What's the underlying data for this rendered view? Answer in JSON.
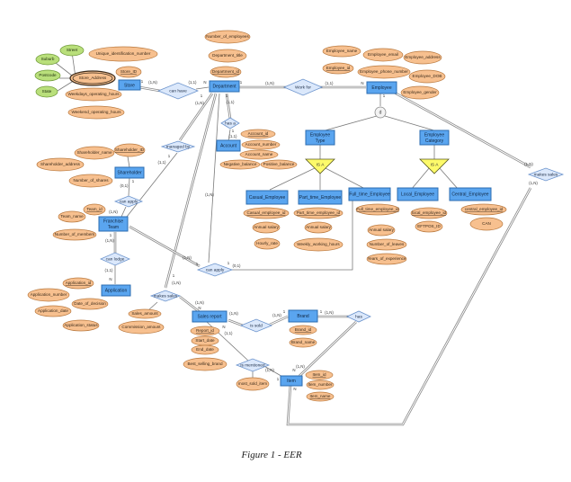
{
  "caption": "Figure 1 - EER",
  "entities": {
    "store": "Store",
    "department": "Department",
    "employee": "Employee",
    "account": "Account",
    "shareholder": "Shareholder",
    "franchise_team": [
      "Franchise",
      "Team"
    ],
    "application": "Application",
    "employee_type": [
      "Employee",
      "Type"
    ],
    "employee_category": [
      "Employee",
      "Category"
    ],
    "casual_employee": "Casual_Employee",
    "part_time_employee": "Part_time_Employee",
    "full_time_employee": "Full_time_Employee",
    "local_employee": "Local_Employee",
    "central_employee": "Central_Employee",
    "sales_report": "Sales report",
    "brand": "Brand",
    "item": "Item"
  },
  "relationships": {
    "can_have": "can have",
    "work_for": "Work for",
    "has_a": "has a",
    "managed_by": "managed by",
    "can_apply_shareholder": "can apply",
    "can_lodge": "can lodge",
    "can_apply_employee": "can apply",
    "makes_sales_team": "makes sales",
    "makes_sales_employee": "makes sales",
    "is_sold": "is sold",
    "has": "has",
    "is_mentioned": "is mentioned"
  },
  "isa_label": "IS A",
  "disjoint_label": "d",
  "attributes": {
    "store": {
      "composite": "Store_Address",
      "components": [
        "Street",
        "Suburb",
        "Postcode",
        "State"
      ],
      "items": [
        {
          "label": "Unique_identification_number",
          "key": false
        },
        {
          "label": "Store_ID",
          "key": true
        },
        {
          "label": "Weekdays_operating_hours",
          "key": false
        },
        {
          "label": "Weekend_operating_hours",
          "key": false
        }
      ]
    },
    "department": [
      {
        "label": "Number_of_employees",
        "key": false
      },
      {
        "label": "Department_title",
        "key": false
      },
      {
        "label": "Department_id",
        "key": true
      }
    ],
    "employee": [
      {
        "label": "Employee_name",
        "key": false
      },
      {
        "label": "Employee_email",
        "key": false
      },
      {
        "label": "Employee_address",
        "key": false
      },
      {
        "label": "Employee_id",
        "key": true
      },
      {
        "label": "Employee_phone_number",
        "key": false
      },
      {
        "label": "Employee_DOB",
        "key": false
      },
      {
        "label": "Employee_gender",
        "key": false
      }
    ],
    "account": [
      {
        "label": "Account_id",
        "key": true
      },
      {
        "label": "Account_number",
        "key": false
      },
      {
        "label": "Account_name",
        "key": false
      },
      {
        "label": "Negative_balance",
        "key": false
      },
      {
        "label": "Positive_balance",
        "key": false
      }
    ],
    "shareholder": [
      {
        "label": "Shareholder_name",
        "key": false
      },
      {
        "label": "Shareholder_ID",
        "key": true
      },
      {
        "label": "Shareholder_address",
        "key": false
      },
      {
        "label": "Number_of_shares",
        "key": false
      }
    ],
    "franchise_team": [
      {
        "label": "Team_id",
        "key": true
      },
      {
        "label": "Team_name",
        "key": false
      },
      {
        "label": "Number_of_members",
        "key": false
      }
    ],
    "application": [
      {
        "label": "Application_id",
        "key": true
      },
      {
        "label": "Application_number",
        "key": false
      },
      {
        "label": "Date_of_decision",
        "key": false
      },
      {
        "label": "Application_date",
        "key": false
      },
      {
        "label": "Application_status",
        "key": false
      }
    ],
    "casual_employee": [
      {
        "label": "Casual_employee_id",
        "key": true
      },
      {
        "label": "Annual salary",
        "key": false
      },
      {
        "label": "Hourly_rate",
        "key": false
      }
    ],
    "part_time_employee": [
      {
        "label": "Part_time_employee_id",
        "key": true
      },
      {
        "label": "Annual salary",
        "key": false
      },
      {
        "label": "Weekly_working_hours",
        "key": false
      }
    ],
    "full_time_employee": [
      {
        "label": "Full_time_employee_id",
        "key": true
      },
      {
        "label": "Annual salary",
        "key": false
      },
      {
        "label": "Number_of_leaves",
        "key": false
      },
      {
        "label": "Years_of_experience",
        "key": false
      }
    ],
    "local_employee": [
      {
        "label": "local_employee_id",
        "key": true
      },
      {
        "label": "EFTPOS_ID",
        "key": false
      }
    ],
    "central_employee": [
      {
        "label": "central_employee_id",
        "key": true
      },
      {
        "label": "CAN",
        "key": false
      }
    ],
    "makes_sales": [
      {
        "label": "Sales_amount",
        "key": false
      },
      {
        "label": "Commission_amount",
        "key": false
      }
    ],
    "sales_report": [
      {
        "label": "Report_id",
        "key": true
      },
      {
        "label": "Start_date",
        "key": false
      },
      {
        "label": "End_date",
        "key": false
      },
      {
        "label": "Best_selling_brand",
        "key": false
      }
    ],
    "is_mentioned": [
      {
        "label": "most_sold_item",
        "key": false
      }
    ],
    "brand": [
      {
        "label": "Brand_id",
        "key": true
      },
      {
        "label": "Brand_name",
        "key": false
      }
    ],
    "item": [
      {
        "label": "Item_id",
        "key": true
      },
      {
        "label": "Item_number",
        "key": false
      },
      {
        "label": "Item_name",
        "key": true
      }
    ]
  },
  "cardinalities": {
    "store_canhave": "1",
    "canhave_store": "(1,N)",
    "canhave_dept": "(1,1)",
    "dept_canhave": "N",
    "dept_workfor_1": "1",
    "dept_workfor": "(1,N)",
    "workfor_emp": "(1,1)",
    "emp_workfor": "N",
    "dept_hasa_1": "1",
    "dept_hasa": "(1,1)",
    "hasa_account_1": "1",
    "hasa_account": "(1,1)",
    "dept_managed": "(1,N)",
    "dept_managed_1": "1",
    "managed_team_1": "1",
    "managed_team": "(1,1)",
    "shareholder_apply_1": "1",
    "shareholder_apply": "(0,1)",
    "team_apply": "(1,N)",
    "team_lodge_1": "1",
    "team_lodge": "(1,N)",
    "lodge_app": "(1,1)",
    "app_lodge": "N",
    "dept_mid": "(1,N)",
    "team_canapply": "(1,N)",
    "canapply_team_1": "1",
    "canapply_emp_1": "1",
    "canapply_emp": "(0,1)",
    "makessales_team_1": "1",
    "makessales_team": "(1,N)",
    "makessales_report": "(1,N)",
    "makessales_report_n": "N",
    "emp_makessales": "(1,N)",
    "makessales_item": "(1,N)",
    "report_issold_n": "N",
    "report_issold": "(1,N)",
    "issold_brand": "(1,N)",
    "issold_brand_1": "1",
    "brand_has_1": "1",
    "brand_has": "(1,N)",
    "report_mentioned_n": "N",
    "report_mentioned": "(1,1)",
    "mentioned_item": "(1,N)",
    "mentioned_item_1": "1",
    "has_item_n": "N",
    "has_item": "(1,N)",
    "item_bottom_n": "N",
    "emp_d_1": "1"
  }
}
